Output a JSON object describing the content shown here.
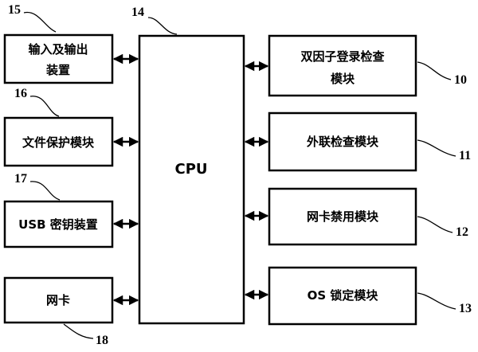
{
  "cpu": {
    "label": "CPU",
    "ref": "14"
  },
  "left_modules": [
    {
      "line1": "输入及输出",
      "line2": "装置",
      "ref": "15"
    },
    {
      "line1": "文件保护模块",
      "ref": "16"
    },
    {
      "line1": "USB 密钥装置",
      "ref": "17"
    },
    {
      "line1": "网卡",
      "ref": "18"
    }
  ],
  "right_modules": [
    {
      "line1": "双因子登录检查",
      "line2": "模块",
      "ref": "10"
    },
    {
      "line1": "外联检查模块",
      "ref": "11"
    },
    {
      "line1": "网卡禁用模块",
      "ref": "12"
    },
    {
      "line1": "OS 锁定模块",
      "ref": "13"
    }
  ]
}
